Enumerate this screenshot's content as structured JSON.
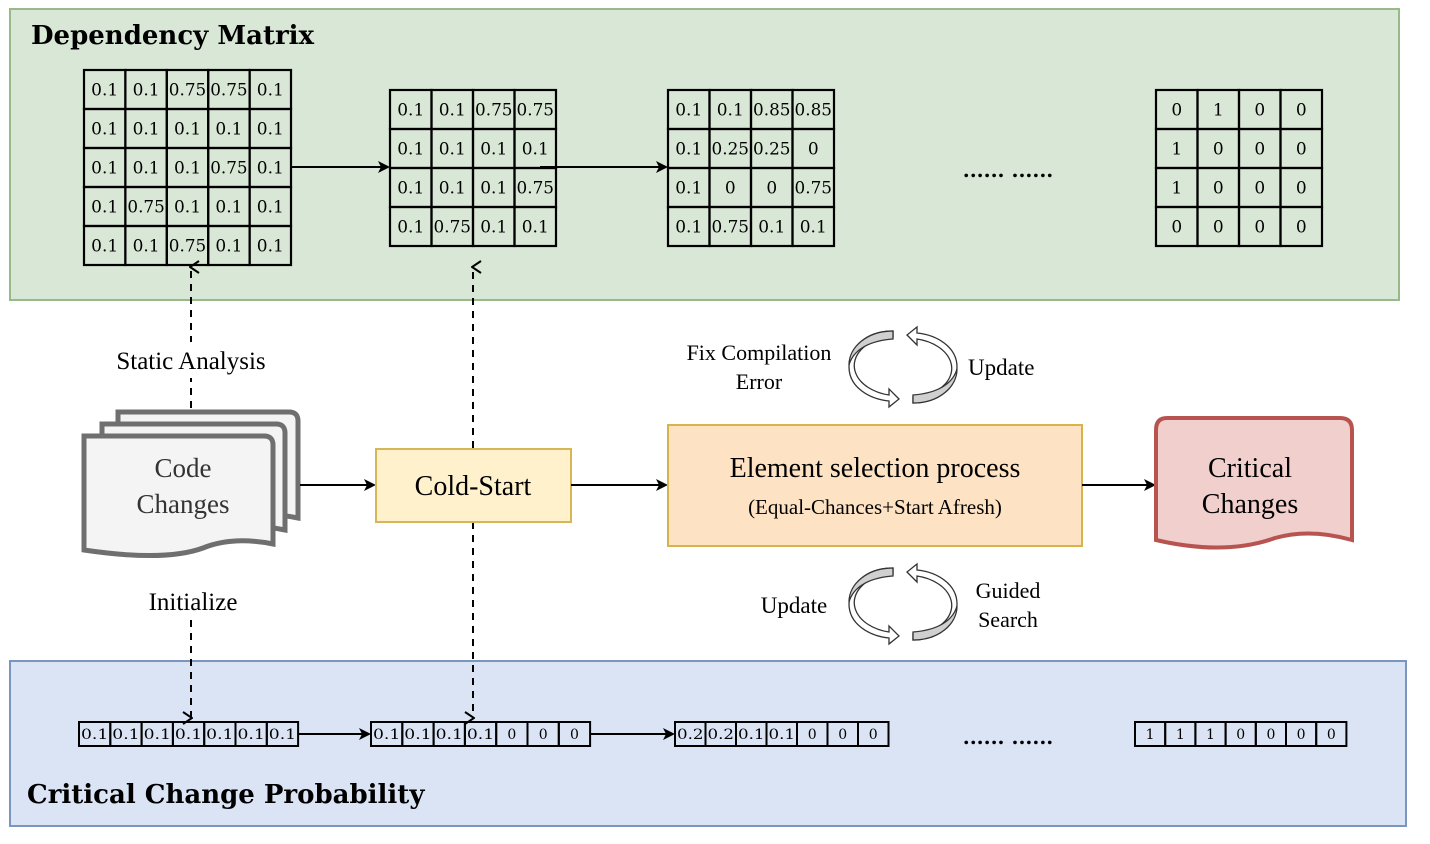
{
  "diagram": {
    "panels": {
      "dependency_matrix": {
        "title": "Dependency Matrix",
        "fill": "#d9e7d6",
        "stroke": "#98ba8a"
      },
      "critical_change_probability": {
        "title": "Critical Change Probability",
        "fill": "#dae4f5",
        "stroke": "#7b96be"
      }
    },
    "matrices": [
      {
        "name": "matrix-initial",
        "rows": [
          [
            "0.1",
            "0.1",
            "0.75",
            "0.75",
            "0.1"
          ],
          [
            "0.1",
            "0.1",
            "0.1",
            "0.1",
            "0.1"
          ],
          [
            "0.1",
            "0.1",
            "0.1",
            "0.75",
            "0.1"
          ],
          [
            "0.1",
            "0.75",
            "0.1",
            "0.1",
            "0.1"
          ],
          [
            "0.1",
            "0.1",
            "0.75",
            "0.1",
            "0.1"
          ]
        ]
      },
      {
        "name": "matrix-step-2",
        "rows": [
          [
            "0.1",
            "0.1",
            "0.75",
            "0.75"
          ],
          [
            "0.1",
            "0.1",
            "0.1",
            "0.1"
          ],
          [
            "0.1",
            "0.1",
            "0.1",
            "0.75"
          ],
          [
            "0.1",
            "0.75",
            "0.1",
            "0.1"
          ]
        ]
      },
      {
        "name": "matrix-step-3",
        "rows": [
          [
            "0.1",
            "0.1",
            "0.85",
            "0.85"
          ],
          [
            "0.1",
            "0.25",
            "0.25",
            "0"
          ],
          [
            "0.1",
            "0",
            "0",
            "0.75"
          ],
          [
            "0.1",
            "0.75",
            "0.1",
            "0.1"
          ]
        ]
      },
      {
        "name": "matrix-final",
        "rows": [
          [
            "0",
            "1",
            "0",
            "0"
          ],
          [
            "1",
            "0",
            "0",
            "0"
          ],
          [
            "1",
            "0",
            "0",
            "0"
          ],
          [
            "0",
            "0",
            "0",
            "0"
          ]
        ]
      }
    ],
    "ellipsis": "...... ......",
    "vectors": [
      {
        "name": "vector-initial",
        "values": [
          "0.1",
          "0.1",
          "0.1",
          "0.1",
          "0.1",
          "0.1",
          "0.1"
        ]
      },
      {
        "name": "vector-step-2",
        "values": [
          "0.1",
          "0.1",
          "0.1",
          "0.1",
          "0",
          "0",
          "0"
        ]
      },
      {
        "name": "vector-step-3",
        "values": [
          "0.2",
          "0.2",
          "0.1",
          "0.1",
          "0",
          "0",
          "0"
        ]
      },
      {
        "name": "vector-final",
        "values": [
          "1",
          "1",
          "1",
          "0",
          "0",
          "0",
          "0"
        ]
      }
    ],
    "labels": {
      "static_analysis": "Static Analysis",
      "initialize": "Initialize",
      "fix_compilation_line1": "Fix Compilation",
      "fix_compilation_line2": "Error",
      "update_top": "Update",
      "update_bottom": "Update",
      "guided_line1": "Guided",
      "guided_line2": "Search"
    },
    "nodes": {
      "code_changes": {
        "line1": "Code",
        "line2": "Changes",
        "fill": "#f4f4f4",
        "stroke": "#6f6f6f"
      },
      "cold_start": {
        "label": "Cold-Start",
        "fill": "#fff1cc",
        "stroke": "#d6b656"
      },
      "element_selection": {
        "line1": "Element selection process",
        "line2": "(Equal-Chances+Start Afresh)",
        "fill": "#fde3c4",
        "stroke": "#d7b44a"
      },
      "critical_changes": {
        "line1": "Critical",
        "line2": "Changes",
        "fill": "#f1cfcd",
        "stroke": "#b85450"
      }
    },
    "cycle_arrow_fill": "#d0d0d0"
  }
}
